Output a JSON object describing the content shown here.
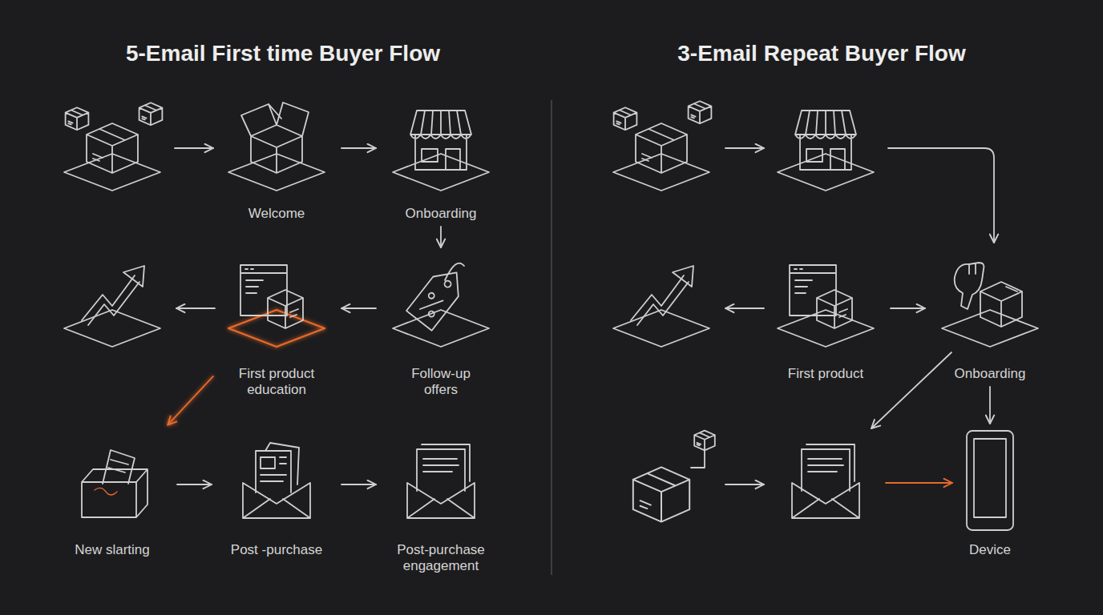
{
  "diagram": {
    "nodes": [
      {
        "text": [
          "Welcome"
        ]
      },
      {
        "text": [
          "Onboarding"
        ]
      },
      {
        "text": [
          "First product education"
        ]
      },
      {
        "text": [
          "Follow-up offers"
        ]
      },
      {
        "text": [
          "New slarting"
        ]
      },
      {
        "text": [
          "Post -purchase"
        ]
      },
      {
        "text": [
          "Post-purchase engagement"
        ]
      },
      {
        "text": [
          "First product"
        ]
      },
      {
        "text": [
          "Onboarding"
        ]
      },
      {
        "text": [
          "Device"
        ]
      }
    ],
    "edges": [
      {
        "from": 0,
        "to": 1,
        "arrow": "to"
      },
      {
        "from": 1,
        "to": 3,
        "arrow": "to"
      },
      {
        "from": 3,
        "to": 2,
        "arrow": "to"
      },
      {
        "from": 2,
        "to": 4,
        "arrow": "to"
      },
      {
        "from": 4,
        "to": 5,
        "arrow": "to"
      },
      {
        "from": 5,
        "to": 6,
        "arrow": "to"
      },
      {
        "from": 7,
        "to": 8,
        "arrow": "to"
      },
      {
        "from": 8,
        "to": 9,
        "arrow": "to"
      }
    ],
    "labels": [
      "5-Email First time Buyer Flow",
      "3-Email Repeat Buyer Flow"
    ]
  }
}
